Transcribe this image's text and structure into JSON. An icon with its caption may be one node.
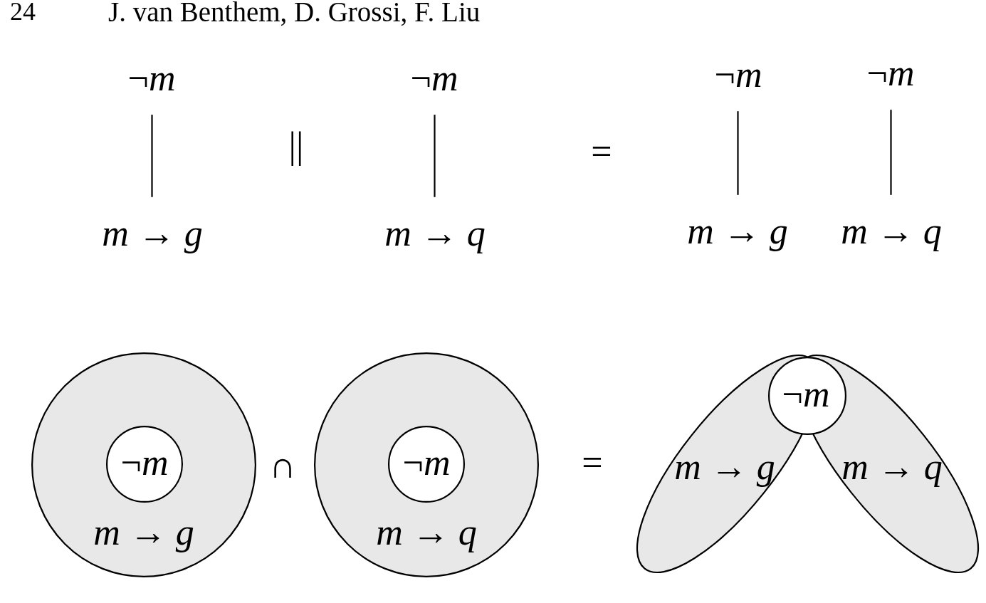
{
  "diagram": {
    "nodes": [
      {
        "text": [
          "¬*m*"
        ]
      },
      {
        "text": [
          "*m* → *g*"
        ]
      },
      {
        "text": [
          "¬*m*"
        ]
      },
      {
        "text": [
          "*m* → *q*"
        ]
      },
      {
        "text": [
          "¬*m*"
        ]
      },
      {
        "text": [
          "*m* → *g*"
        ]
      },
      {
        "text": [
          "¬*m*"
        ]
      },
      {
        "text": [
          "*m* → *q*"
        ]
      },
      {
        "text": [
          "*m* → *g*"
        ]
      },
      {
        "text": [
          "¬*m*"
        ],
        "in": 8
      },
      {
        "text": [
          "*m* → *q*"
        ]
      },
      {
        "text": [
          "¬*m*"
        ],
        "in": 10
      },
      {
        "text": [
          "¬*m*"
        ]
      },
      {
        "text": [
          "*m* → *g*"
        ]
      },
      {
        "text": [
          "*m* → *q*"
        ]
      }
    ],
    "edges": [
      {
        "from": 0,
        "to": 1,
        "arrow": "none"
      },
      {
        "from": 2,
        "to": 3,
        "arrow": "none"
      },
      {
        "from": 4,
        "to": 5,
        "arrow": "none"
      },
      {
        "from": 6,
        "to": 7,
        "arrow": "none"
      }
    ],
    "labels": [
      "24",
      "J. van Benthem, D. Grossi, F. Liu",
      "||",
      "=",
      "∩",
      "="
    ]
  }
}
